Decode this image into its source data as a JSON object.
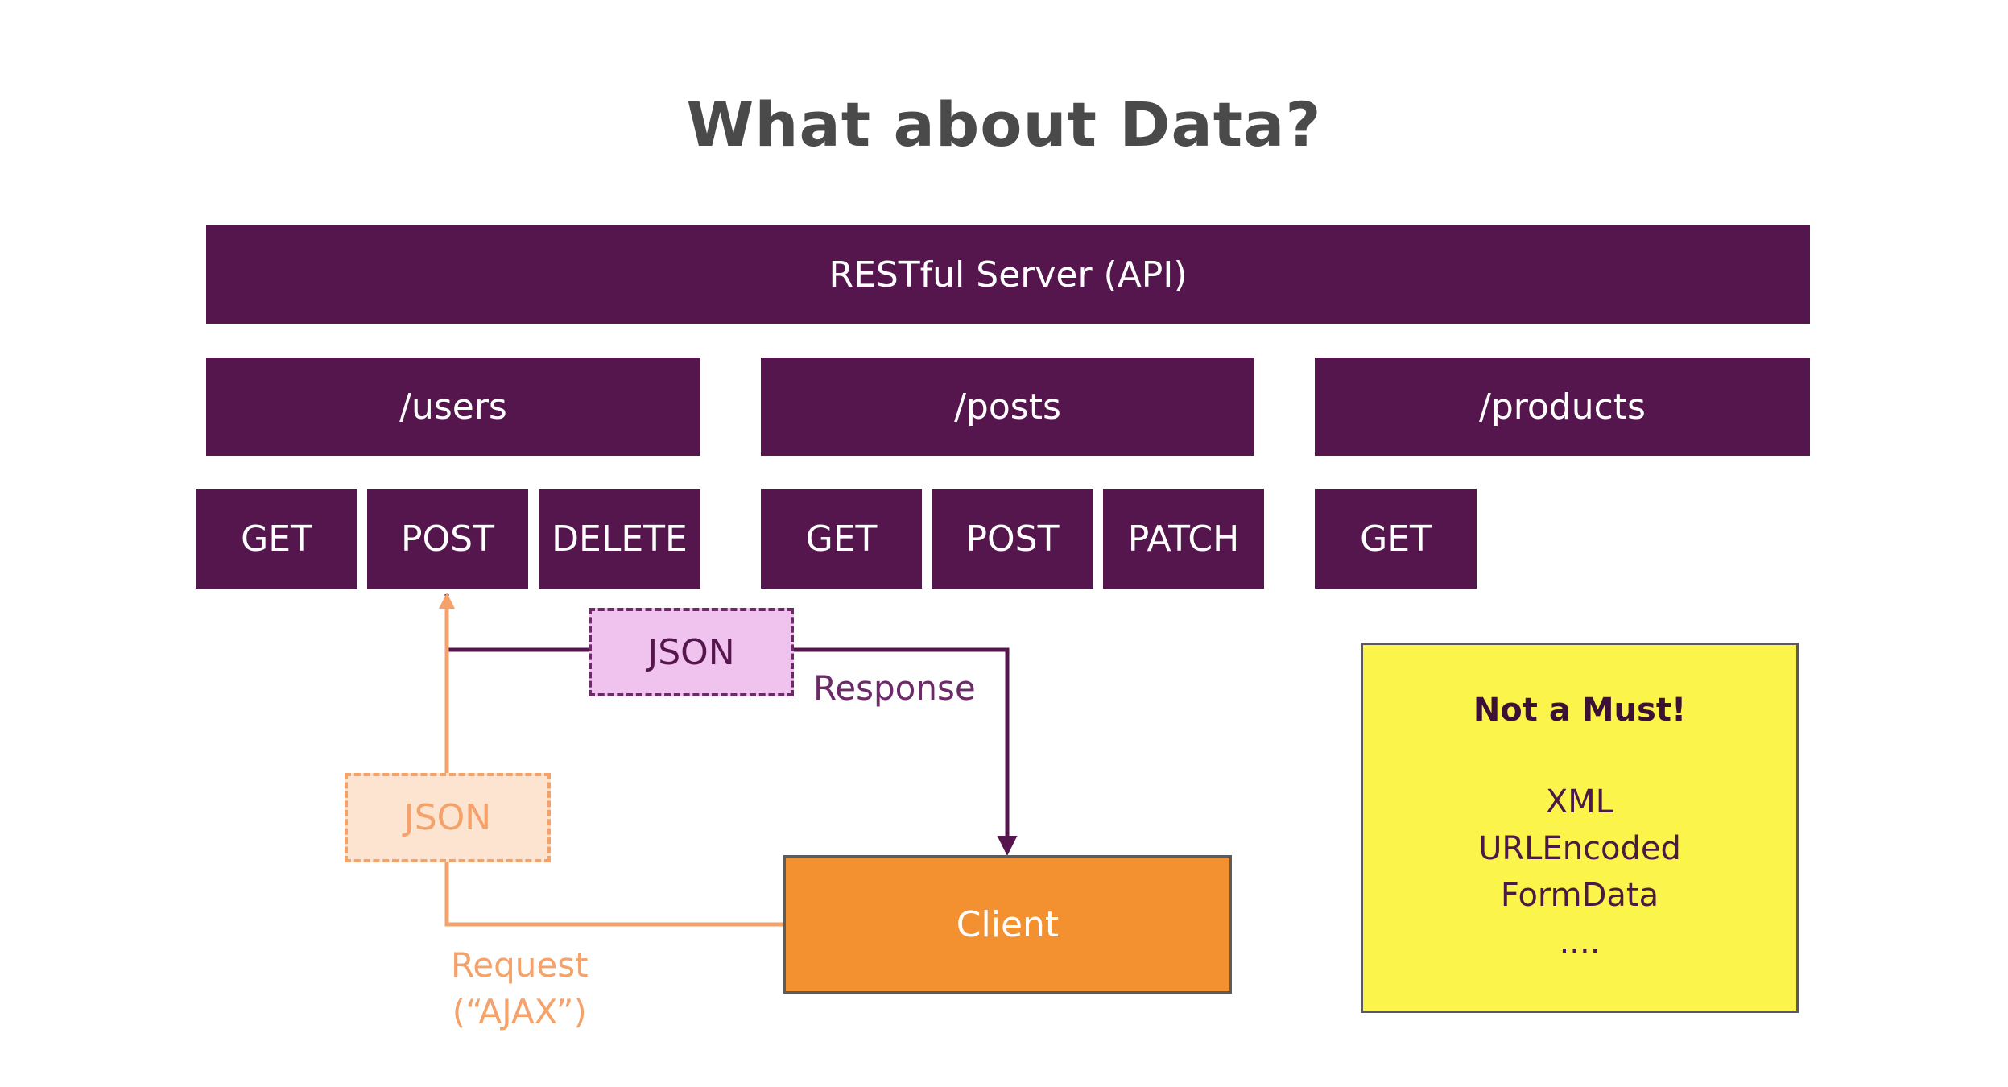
{
  "title": "What about Data?",
  "server": {
    "label": "RESTful Server (API)"
  },
  "resources": [
    {
      "path": "/users",
      "methods": [
        "GET",
        "POST",
        "DELETE"
      ]
    },
    {
      "path": "/posts",
      "methods": [
        "GET",
        "POST",
        "PATCH"
      ]
    },
    {
      "path": "/products",
      "methods": [
        "GET"
      ]
    }
  ],
  "flow": {
    "response_payload": "JSON",
    "response_label": "Response",
    "request_payload": "JSON",
    "request_label_line1": "Request",
    "request_label_line2": "(“AJAX”)",
    "client_label": "Client"
  },
  "note": {
    "title": "Not a Must!",
    "items": [
      "XML",
      "URLEncoded",
      "FormData",
      "...."
    ]
  },
  "colors": {
    "primary_purple": "#55164e",
    "response_fill": "#f0c3ee",
    "request_fill": "#fde4d1",
    "request_orange": "#f4a26a",
    "client_orange": "#f39130",
    "note_yellow": "#fbf44a"
  }
}
